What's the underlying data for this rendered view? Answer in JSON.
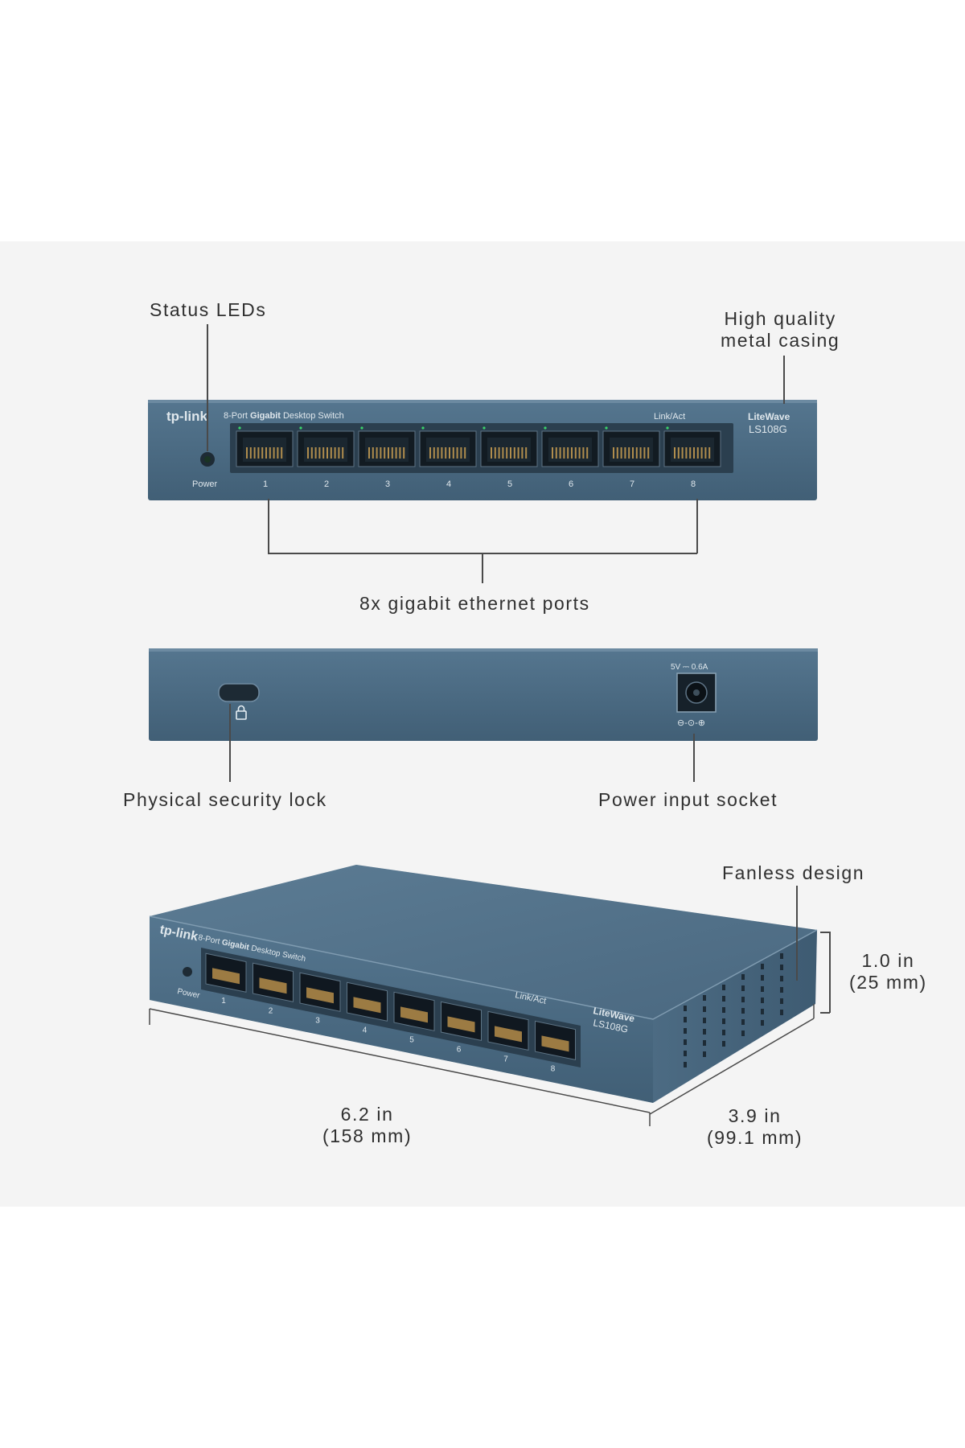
{
  "callouts": {
    "status_leds": "Status LEDs",
    "metal_casing_line1": "High quality",
    "metal_casing_line2": "metal casing",
    "ethernet_ports": "8x gigabit ethernet ports",
    "security_lock": "Physical security lock",
    "power_socket": "Power input socket",
    "fanless": "Fanless design",
    "height_line1": "1.0 in",
    "height_line2": "(25 mm)",
    "width_line1": "6.2 in",
    "width_line2": "(158 mm)",
    "depth_line1": "3.9 in",
    "depth_line2": "(99.1 mm)"
  },
  "device": {
    "brand": "tp-link",
    "subtitle_prefix": "8-Port",
    "subtitle_bold": "Gigabit",
    "subtitle_suffix": "Desktop Switch",
    "link_act": "Link/Act",
    "series_logo": "LiteWave",
    "model": "LS108G",
    "power_label": "Power",
    "port_numbers": [
      "1",
      "2",
      "3",
      "4",
      "5",
      "6",
      "7",
      "8"
    ],
    "power_rating": "5V ⎓ 0.6A",
    "polarity": "⊖-⊙-⊕"
  },
  "colors": {
    "background": "#f4f4f4",
    "casing": "#4b6a82",
    "casing_dark": "#3a566c",
    "led": "#39d46a"
  }
}
